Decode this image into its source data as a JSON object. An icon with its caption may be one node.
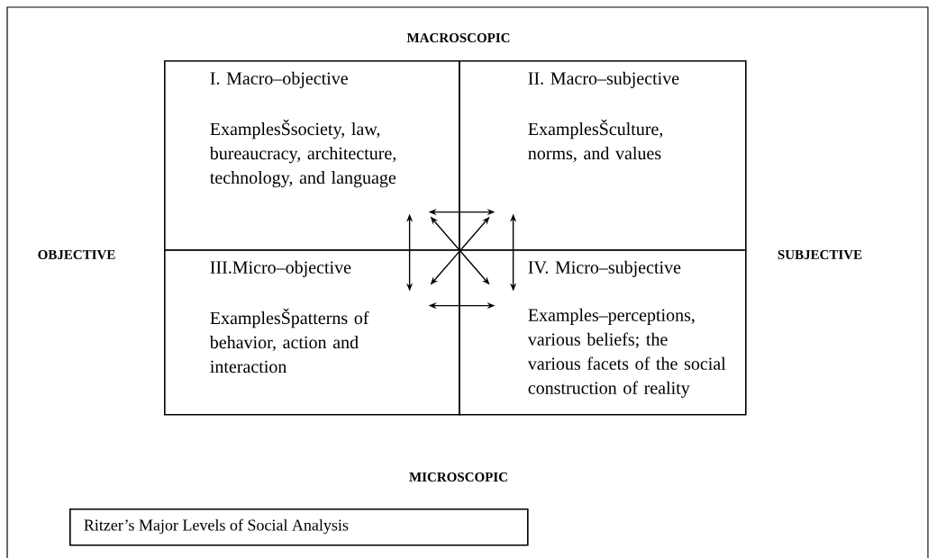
{
  "diagram": {
    "nodes": [
      {
        "text": [
          "I. Macro–objective",
          "ExamplesŠsociety, law, bureaucracy, architecture, technology, and language"
        ]
      },
      {
        "text": [
          "II. Macro–subjective",
          "ExamplesŠculture, norms, and values"
        ]
      },
      {
        "text": [
          "III.Micro–objective",
          "ExamplesŠpatterns of behavior, action and interaction"
        ]
      },
      {
        "text": [
          "IV. Micro–subjective",
          "Examples–perceptions, various beliefs; the various facets of the social construction of reality"
        ]
      },
      {
        "text": [
          "Ritzer’s Major Levels of Social Analysis"
        ]
      }
    ],
    "edges": [
      {
        "from": 0,
        "to": 1,
        "arrow": "both"
      },
      {
        "from": 0,
        "to": 2,
        "arrow": "both"
      },
      {
        "from": 1,
        "to": 3,
        "arrow": "both"
      },
      {
        "from": 0,
        "to": 3,
        "arrow": "both"
      },
      {
        "from": 1,
        "to": 2,
        "arrow": "both"
      },
      {
        "from": 2,
        "to": 3,
        "arrow": "both"
      }
    ],
    "labels": [
      "MACROSCOPIC",
      "OBJECTIVE",
      "SUBJECTIVE",
      "MICROSCOPIC"
    ]
  }
}
